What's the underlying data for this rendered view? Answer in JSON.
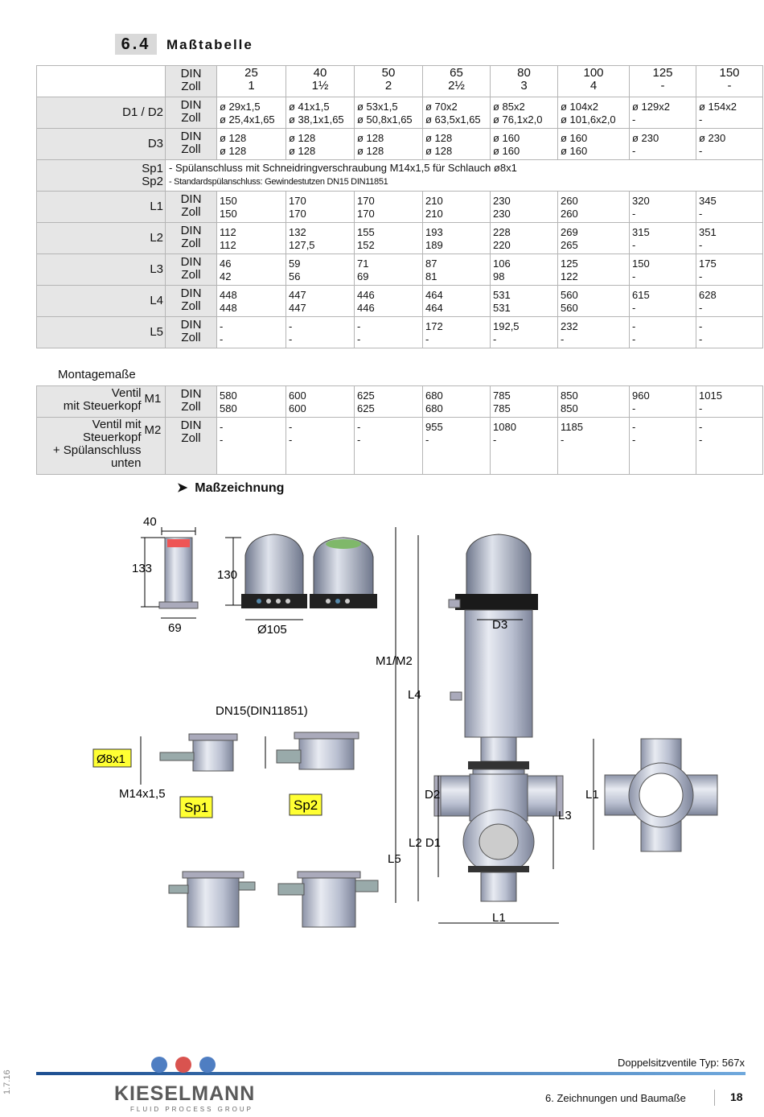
{
  "section": {
    "number": "6.4",
    "title": "Maßtabelle"
  },
  "table": {
    "units": {
      "din": "DIN",
      "zoll": "Zoll"
    },
    "header": {
      "din": [
        "25",
        "40",
        "50",
        "65",
        "80",
        "100",
        "125",
        "150"
      ],
      "zoll": [
        "1",
        "1½",
        "2",
        "2½",
        "3",
        "4",
        "-",
        "-"
      ]
    },
    "rows": [
      {
        "label": "D1 / D2",
        "din": [
          "ø 29x1,5",
          "ø 41x1,5",
          "ø 53x1,5",
          "ø 70x2",
          "ø 85x2",
          "ø 104x2",
          "ø 129x2",
          "ø 154x2"
        ],
        "zoll": [
          "ø 25,4x1,65",
          "ø 38,1x1,65",
          "ø 50,8x1,65",
          "ø 63,5x1,65",
          "ø 76,1x2,0",
          "ø 101,6x2,0",
          "-",
          "-"
        ]
      },
      {
        "label": "D3",
        "din": [
          "ø 128",
          "ø 128",
          "ø 128",
          "ø 128",
          "ø 160",
          "ø 160",
          "ø 230",
          "ø 230"
        ],
        "zoll": [
          "ø 128",
          "ø 128",
          "ø 128",
          "ø 128",
          "ø 160",
          "ø 160",
          "-",
          "-"
        ]
      }
    ],
    "sp": {
      "label1": "Sp1",
      "label2": "Sp2",
      "text1": "- Spülanschluss mit Schneidringverschraubung M14x1,5 für Schlauch ø8x1",
      "text2": "- Standardspülanschluss: Gewindestutzen DN15 DIN11851"
    },
    "rows2": [
      {
        "label": "L1",
        "din": [
          "150",
          "170",
          "170",
          "210",
          "230",
          "260",
          "320",
          "345"
        ],
        "zoll": [
          "150",
          "170",
          "170",
          "210",
          "230",
          "260",
          "-",
          "-"
        ]
      },
      {
        "label": "L2",
        "din": [
          "112",
          "132",
          "155",
          "193",
          "228",
          "269",
          "315",
          "351"
        ],
        "zoll": [
          "112",
          "127,5",
          "152",
          "189",
          "220",
          "265",
          "-",
          "-"
        ]
      },
      {
        "label": "L3",
        "din": [
          "46",
          "59",
          "71",
          "87",
          "106",
          "125",
          "150",
          "175"
        ],
        "zoll": [
          "42",
          "56",
          "69",
          "81",
          "98",
          "122",
          "-",
          "-"
        ]
      },
      {
        "label": "L4",
        "din": [
          "448",
          "447",
          "446",
          "464",
          "531",
          "560",
          "615",
          "628"
        ],
        "zoll": [
          "448",
          "447",
          "446",
          "464",
          "531",
          "560",
          "-",
          "-"
        ]
      },
      {
        "label": "L5",
        "din": [
          "-",
          "-",
          "-",
          "172",
          "192,5",
          "232",
          "-",
          "-"
        ],
        "zoll": [
          "-",
          "-",
          "-",
          "-",
          "-",
          "-",
          "-",
          "-"
        ]
      }
    ]
  },
  "montage": {
    "title": "Montagemaße",
    "rows": [
      {
        "label_lines": [
          "Ventil",
          "mit Steuerkopf"
        ],
        "code": "M1",
        "din": [
          "580",
          "600",
          "625",
          "680",
          "785",
          "850",
          "960",
          "1015"
        ],
        "zoll": [
          "580",
          "600",
          "625",
          "680",
          "785",
          "850",
          "-",
          "-"
        ]
      },
      {
        "label_lines": [
          "Ventil mit",
          "Steuerkopf",
          "+ Spülanschluss",
          "unten"
        ],
        "code": "M2",
        "din": [
          "-",
          "-",
          "-",
          "955",
          "1080",
          "1185",
          "-",
          "-"
        ],
        "zoll": [
          "-",
          "-",
          "-",
          "-",
          "-",
          "-",
          "-",
          "-"
        ]
      }
    ]
  },
  "drawing": {
    "title": "Maßzeichnung",
    "labels": {
      "w40": "40",
      "h133": "133",
      "w69": "69",
      "h130": "130",
      "d105": "105",
      "m1m2": "M1/M2",
      "l4": "L4",
      "d3": "D3",
      "dn15": "DN15(DIN11851)",
      "d8x1": "8x1",
      "m14": "M14x1,5",
      "sp1": "Sp1",
      "sp2": "Sp2",
      "d2": "D2",
      "l2d1": "L2 D1",
      "l5": "L5",
      "l3": "L3",
      "l1a": "L1",
      "l1b": "L1"
    }
  },
  "footer": {
    "date": "1.7.16",
    "doc": "Doppelsitzventile  Typ: 567x",
    "chapter": "6.  Zeichnungen und Baumaße",
    "page": "18",
    "logo": "KIESELMANN",
    "logo_sub": "FLUID PROCESS GROUP"
  },
  "colors": {
    "accent": "#1d4f91",
    "sp_label_bg": "#ffff33",
    "table_label_bg": "#e6e6e6",
    "valve_body": "#c9cfde"
  }
}
